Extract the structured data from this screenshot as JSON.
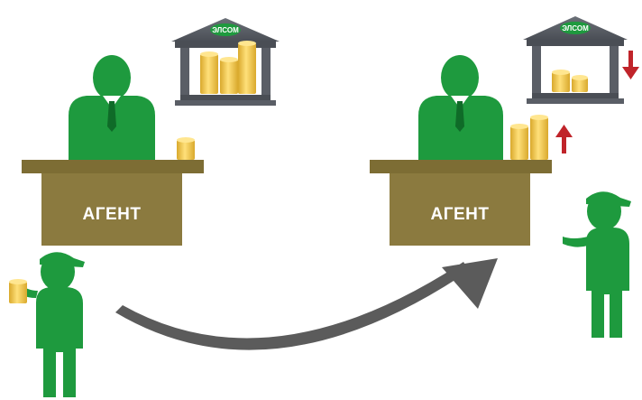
{
  "left_scene": {
    "desk_label": "АГЕНТ",
    "bank_label": "ЭЛСОМ"
  },
  "right_scene": {
    "desk_label": "АГЕНТ",
    "bank_label": "ЭЛСОМ"
  },
  "colors": {
    "figure_green": "#1e9a3e",
    "desk_brown": "#8b7a3f",
    "desk_top": "#7d6d34",
    "bank_gray": "#5a5e66",
    "coin_gold": "#f1c84f",
    "arrow_red": "#c0242a",
    "flow_arrow_gray": "#5b5b5b"
  }
}
